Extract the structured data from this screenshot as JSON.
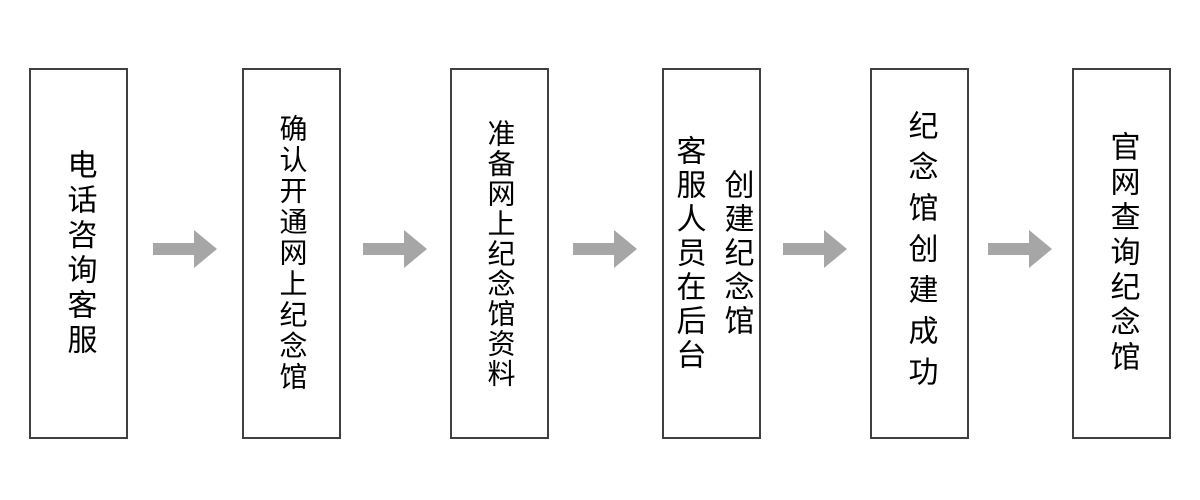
{
  "flowchart": {
    "direction": "left-to-right",
    "boxes": [
      {
        "step": 1,
        "columns": [
          "电话咨询客服"
        ]
      },
      {
        "step": 2,
        "columns": [
          "确认开通网上纪念馆"
        ]
      },
      {
        "step": 3,
        "columns": [
          "准备网上纪念馆资料"
        ]
      },
      {
        "step": 4,
        "columns": [
          "客服人员在后台",
          "创建纪念馆"
        ]
      },
      {
        "step": 5,
        "columns": [
          "纪念馆创建成功"
        ]
      },
      {
        "step": 6,
        "columns": [
          "官网查询纪念馆"
        ]
      }
    ],
    "colors": {
      "arrow": "#a6a6a6",
      "box_border": "#404040",
      "text": "#000000",
      "background": "#ffffff"
    }
  }
}
